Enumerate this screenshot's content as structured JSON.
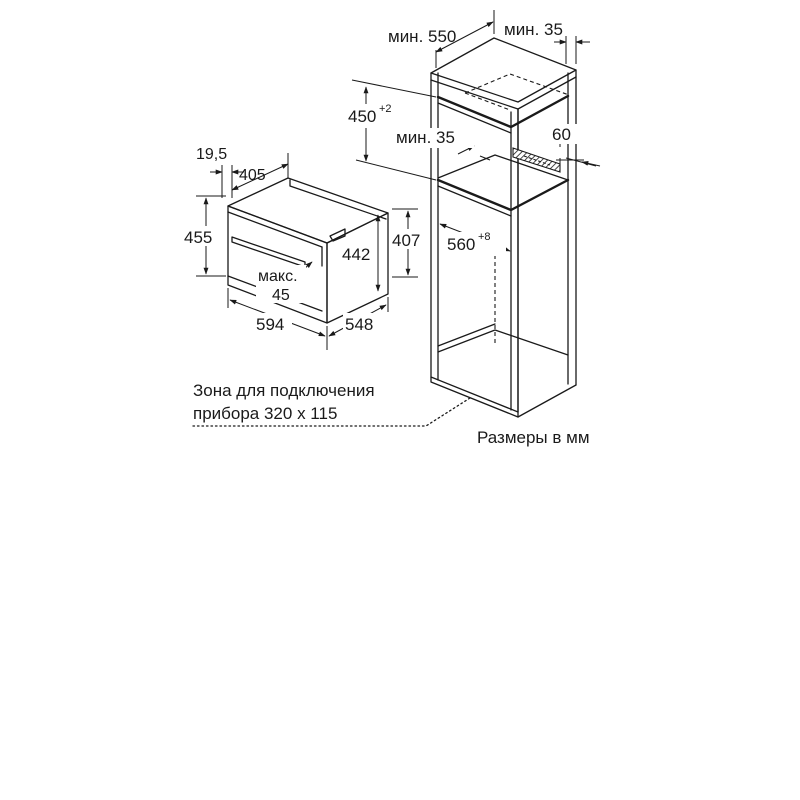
{
  "oven": {
    "dim_side_offset": "19,5",
    "dim_depth_top": "405",
    "dim_height_total": "455",
    "dim_height_body": "442",
    "dim_height_side": "407",
    "dim_width": "594",
    "dim_depth": "548",
    "dim_max_label": "макс.",
    "dim_max_value": "45"
  },
  "cabinet": {
    "dim_min_depth": "мин. 550",
    "dim_min_top": "мин. 35",
    "dim_niche_height": "450",
    "dim_niche_height_tol": "+2",
    "dim_min_shelf": "мин. 35",
    "dim_vent": "60",
    "dim_niche_width": "560",
    "dim_niche_width_tol": "+8"
  },
  "notes": {
    "connection_zone_line1": "Зона для подключения",
    "connection_zone_line2": "прибора 320 x 115",
    "units": "Размеры в мм"
  }
}
